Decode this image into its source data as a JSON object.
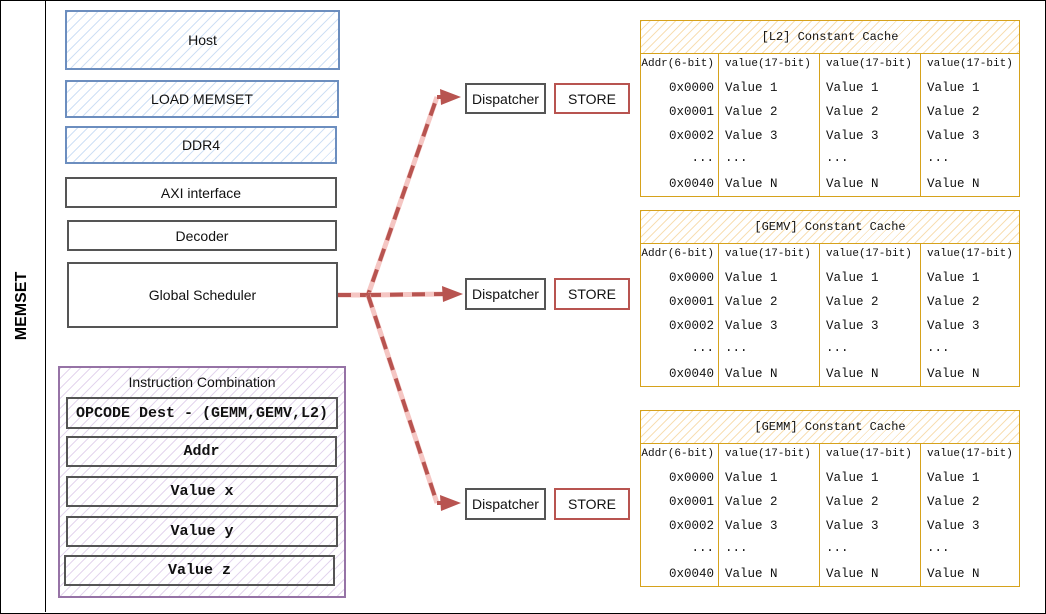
{
  "side_label": "MEMSET",
  "stack": {
    "host": "Host",
    "load_memset": "LOAD MEMSET",
    "ddr4": "DDR4",
    "axi": "AXI interface",
    "decoder": "Decoder",
    "scheduler": "Global Scheduler"
  },
  "instruction": {
    "title": "Instruction Combination",
    "fields": [
      "OPCODE Dest - (GEMM,GEMV,L2)",
      "Addr",
      "Value x",
      "Value y",
      "Value z"
    ]
  },
  "dispatchers": [
    {
      "dispatcher": "Dispatcher",
      "store": "STORE"
    },
    {
      "dispatcher": "Dispatcher",
      "store": "STORE"
    },
    {
      "dispatcher": "Dispatcher",
      "store": "STORE"
    }
  ],
  "caches": [
    {
      "title": "[L2] Constant Cache",
      "columns": [
        "Addr(6-bit)",
        "value(17-bit)",
        "value(17-bit)",
        "value(17-bit)"
      ],
      "rows": [
        [
          "0x0000",
          "Value 1",
          "Value 1",
          "Value 1"
        ],
        [
          "0x0001",
          "Value 2",
          "Value 2",
          "Value 2"
        ],
        [
          "0x0002",
          "Value 3",
          "Value 3",
          "Value 3"
        ],
        [
          "...",
          "...",
          "...",
          "..."
        ],
        [
          "0x0040",
          "Value N",
          "Value N",
          "Value N"
        ]
      ]
    },
    {
      "title": "[GEMV] Constant Cache",
      "columns": [
        "Addr(6-bit)",
        "value(17-bit)",
        "value(17-bit)",
        "value(17-bit)"
      ],
      "rows": [
        [
          "0x0000",
          "Value 1",
          "Value 1",
          "Value 1"
        ],
        [
          "0x0001",
          "Value 2",
          "Value 2",
          "Value 2"
        ],
        [
          "0x0002",
          "Value 3",
          "Value 3",
          "Value 3"
        ],
        [
          "...",
          "...",
          "...",
          "..."
        ],
        [
          "0x0040",
          "Value N",
          "Value N",
          "Value N"
        ]
      ]
    },
    {
      "title": "[GEMM] Constant Cache",
      "columns": [
        "Addr(6-bit)",
        "value(17-bit)",
        "value(17-bit)",
        "value(17-bit)"
      ],
      "rows": [
        [
          "0x0000",
          "Value 1",
          "Value 1",
          "Value 1"
        ],
        [
          "0x0001",
          "Value 2",
          "Value 2",
          "Value 2"
        ],
        [
          "0x0002",
          "Value 3",
          "Value 3",
          "Value 3"
        ],
        [
          "...",
          "...",
          "...",
          "..."
        ],
        [
          "0x0040",
          "Value N",
          "Value N",
          "Value N"
        ]
      ]
    }
  ],
  "colors": {
    "blue_border": "#6c8ebf",
    "purple_border": "#9673a6",
    "store_border": "#b85450",
    "cache_border": "#d6a21c",
    "arrow_dark": "#b85450",
    "arrow_light": "#f5c6c3"
  }
}
